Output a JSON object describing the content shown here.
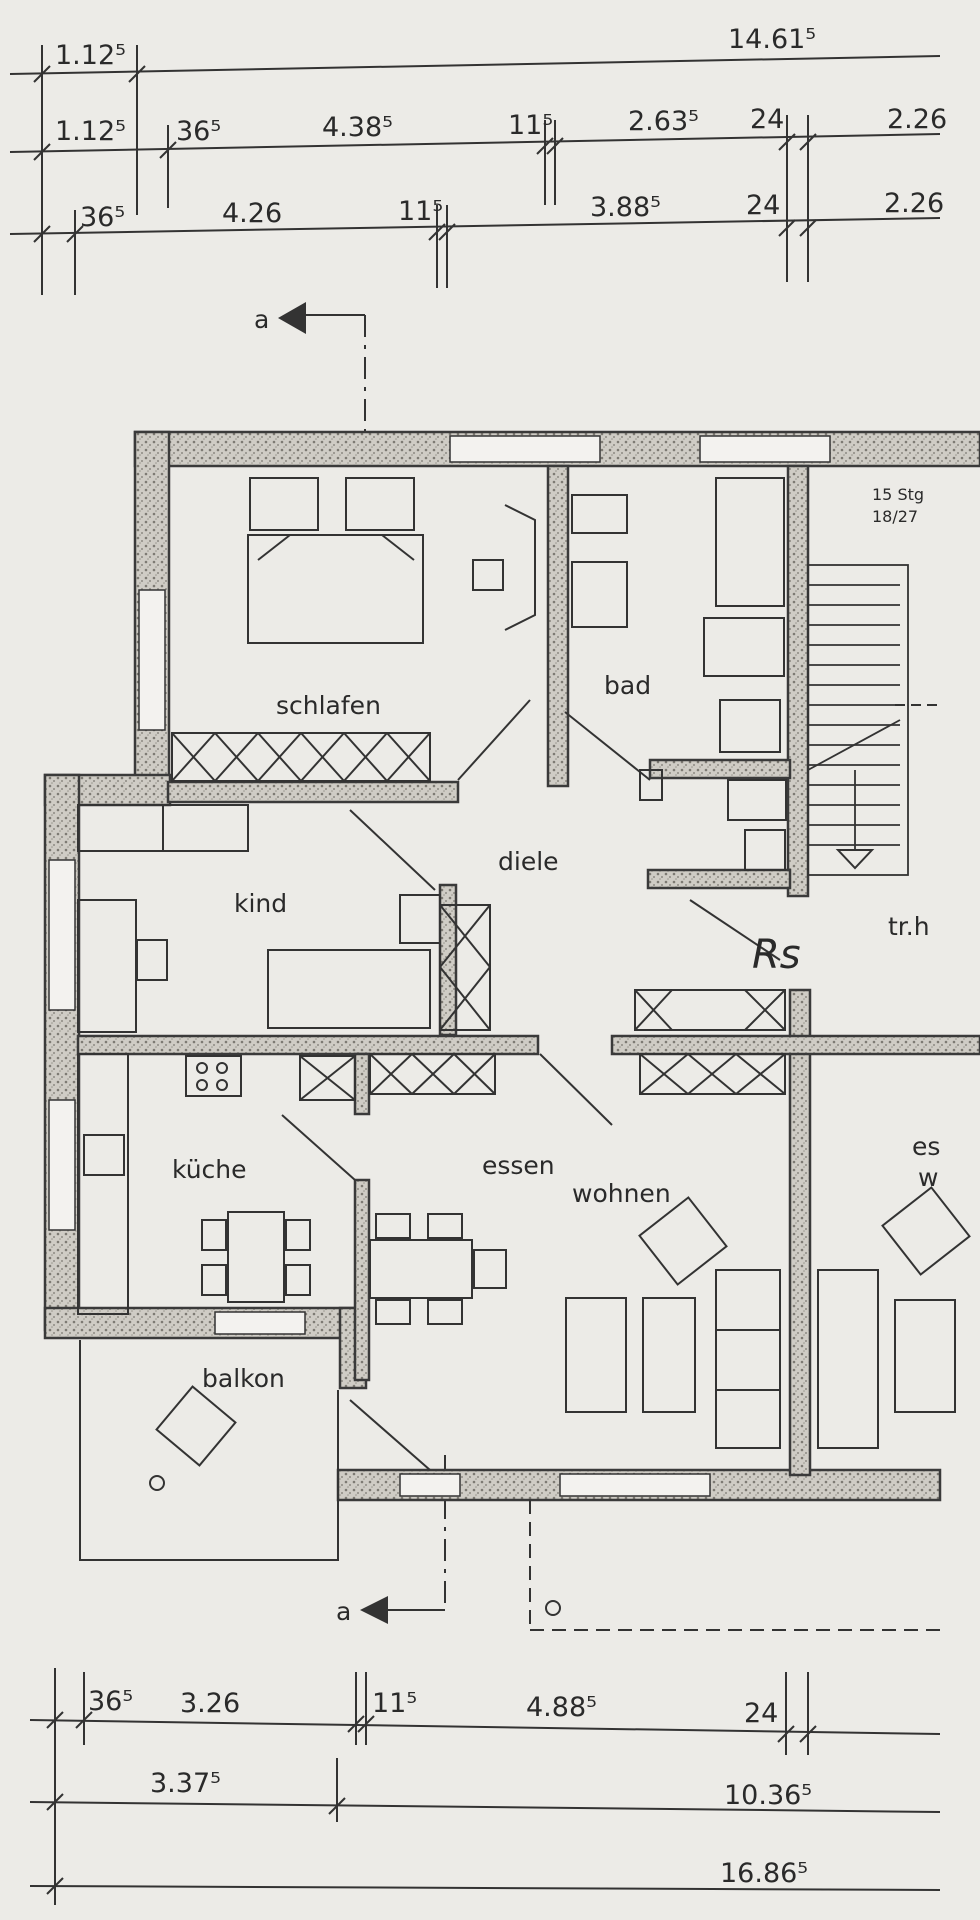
{
  "dimensions_top": {
    "row1": {
      "left": "1.12⁵",
      "right": "14.61⁵"
    },
    "row2": {
      "a": "1.12⁵",
      "b": "36⁵",
      "c": "4.38⁵",
      "d": "11⁵",
      "e": "2.63⁵",
      "f": "24",
      "g": "2.26"
    },
    "row3": {
      "a": "36⁵",
      "b": "4.26",
      "c": "11⁵",
      "d": "3.88⁵",
      "e": "24",
      "f": "2.26"
    }
  },
  "dimensions_bottom": {
    "row1": {
      "a": "36⁵",
      "b": "3.26",
      "c": "11⁵",
      "d": "4.88⁵",
      "e": "24"
    },
    "row2": {
      "a": "3.37⁵",
      "b": "10.36⁵"
    },
    "row3": {
      "a": "16.86⁵"
    }
  },
  "rooms": {
    "schlafen": "schlafen",
    "bad": "bad",
    "diele": "diele",
    "kind": "kind",
    "kueche": "küche",
    "essen": "essen",
    "wohnen": "wohnen",
    "balkon": "balkon",
    "essen_right": "es",
    "wohnen_right": "w",
    "stair_hall": "tr.h"
  },
  "stairs": {
    "steps": "15 Stg",
    "ratio": "18/27"
  },
  "section_marker": {
    "top": "a",
    "bottom": "a"
  },
  "signature": "Rs",
  "colors": {
    "paper": "#ecebe7",
    "ink": "#2b2b2b",
    "wall_fill": "#b9b6ae"
  }
}
